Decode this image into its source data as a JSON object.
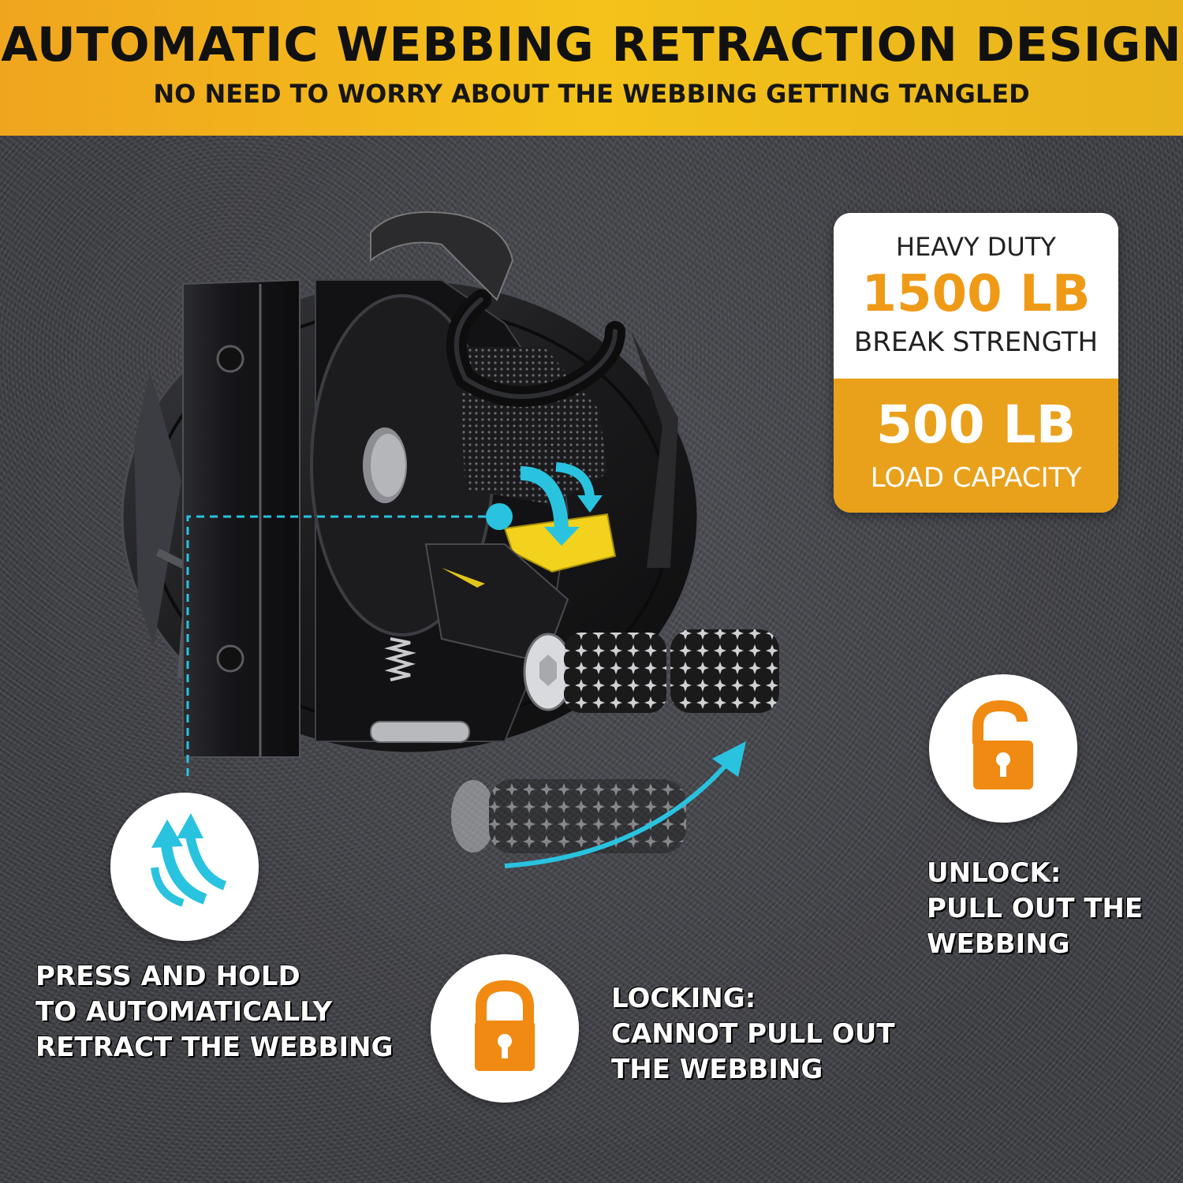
{
  "banner": {
    "title": "AUTOMATIC WEBBING RETRACTION DESIGN",
    "subtitle": "NO NEED TO WORRY ABOUT THE WEBBING GETTING TANGLED"
  },
  "spec_box": {
    "heading": "HEAVY DUTY",
    "break_value": "1500 LB",
    "break_label": "BREAK STRENGTH",
    "load_value": "500 LB",
    "load_label": "LOAD CAPACITY"
  },
  "captions": {
    "unlock": [
      "UNLOCK:",
      "PULL OUT THE",
      "WEBBING"
    ],
    "locking": [
      "LOCKING:",
      "CANNOT PULL OUT",
      "THE WEBBING"
    ],
    "retract": [
      "PRESS AND HOLD",
      "TO AUTOMATICALLY",
      "RETRACT THE WEBBING"
    ]
  },
  "icons": [
    "retract-arrows-icon",
    "unlocked-padlock-icon",
    "locked-padlock-icon"
  ],
  "colors": {
    "accent": "#e9a11c",
    "banner": "#f2b21c",
    "arrow": "#29c3e0"
  }
}
